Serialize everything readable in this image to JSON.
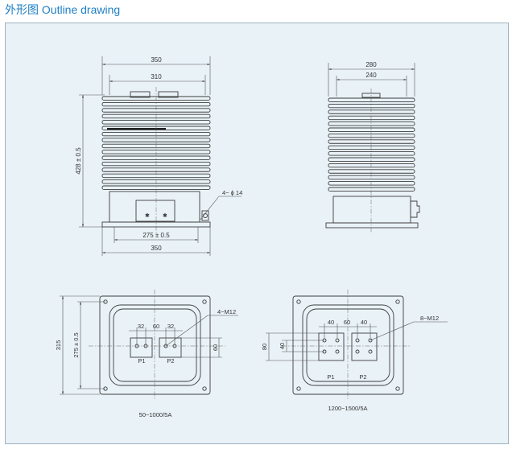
{
  "title": "外形图 Outline drawing",
  "views": {
    "front": {
      "width_top": "350",
      "width_inner": "310",
      "height": "428 ± 0.5",
      "hole_callout": "4− ϕ 14",
      "base_mount": "275 ± 0.5",
      "base_width": "350"
    },
    "side": {
      "width_top": "280",
      "width_inner": "240"
    },
    "bottom_left": {
      "height_outer": "315",
      "height_mount": "275 ± 0.5",
      "spacing_a": "32",
      "spacing_mid": "60",
      "spacing_b": "32",
      "terminal_height": "60",
      "bolt_callout": "4−M12",
      "terminal_1": "P1",
      "terminal_2": "P2",
      "caption": "50−1000/5A"
    },
    "bottom_right": {
      "spacing_a": "40",
      "spacing_mid": "60",
      "spacing_b": "40",
      "height_outer": "80",
      "height_inner": "40",
      "bolt_callout": "8−M12",
      "terminal_1": "P1",
      "terminal_2": "P2",
      "caption": "1200−1500/5A"
    }
  }
}
